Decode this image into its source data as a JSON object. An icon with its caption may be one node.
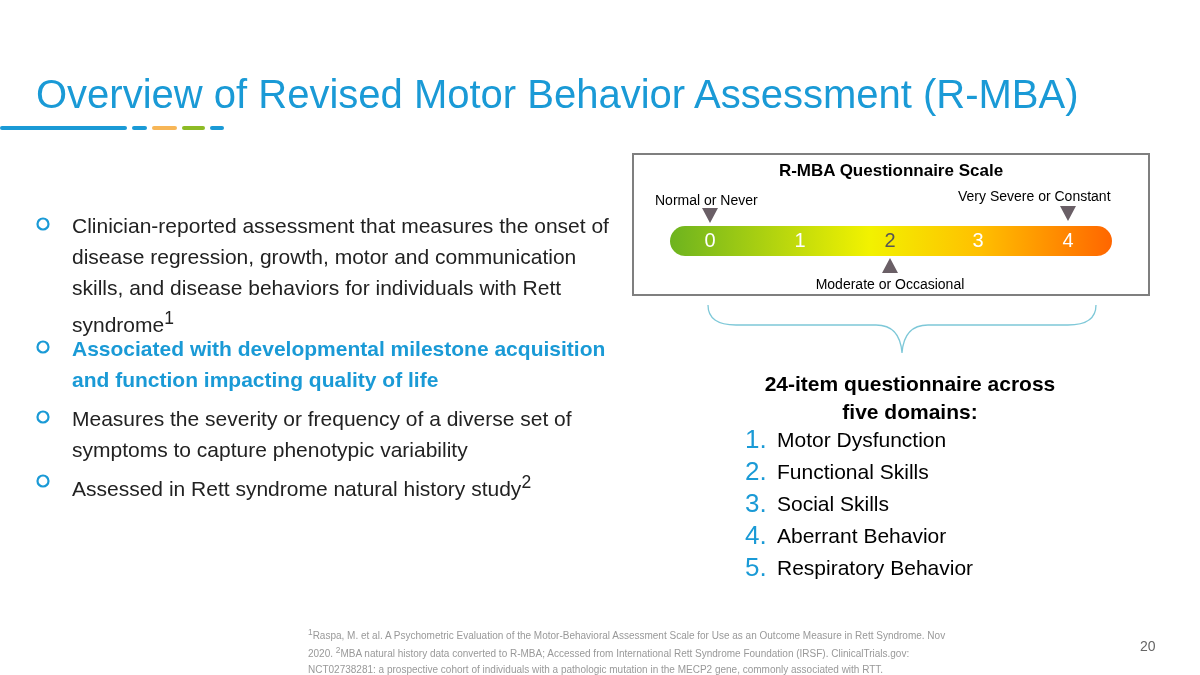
{
  "diagram": {
    "title": "Overview of Revised Motor Behavior Assessment (R-MBA)",
    "nodes": [
      {
        "text": [
          "R-MBA Questionnaire Scale"
        ]
      }
    ],
    "edges": [],
    "labels": [
      "Normal or Never",
      "Very Severe or Constant",
      "0",
      "1",
      "2",
      "3",
      "4",
      "Moderate or Occasional",
      "Clinician-reported assessment that measures the onset of disease regression, growth, motor and communication skills, and disease behaviors for individuals with Rett syndrome$^{1}$",
      "Associated with developmental milestone acquisition and function impacting quality of life",
      "Measures the severity or frequency of a diverse set of symptoms to capture phenotypic variability",
      "Assessed in Rett syndrome natural history study$^{2}$",
      "24-item questionnaire across five domains:",
      "1.",
      "Motor Dysfunction",
      "2.",
      "Functional Skills",
      "3.",
      "Social Skills",
      "4.",
      "Aberrant Behavior",
      "5.",
      "Respiratory Behavior",
      "$^{1}$Raspa, M. et al. A Psychometric Evaluation of the Motor-Behavioral Assessment Scale for Use as an Outcome Measure in Rett Syndrome. Nov 2020. $^{2}$MBA natural history data converted to R-MBA; Accessed from International Rett Syndrome Foundation (IRSF). ClinicalTrials.gov: NCT02738281: a prospective cohort of individuals with a pathologic mutation in the MECP2 gene, commonly associated with RTT.",
      "20"
    ]
  }
}
